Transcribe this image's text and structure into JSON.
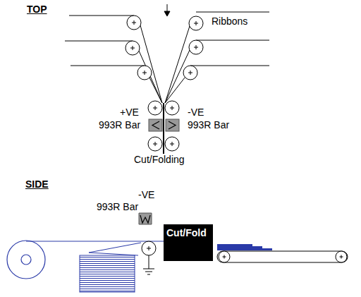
{
  "diagram": {
    "nodes": [
      {
        "text": [
          "Cut/Fold"
        ]
      }
    ],
    "labels": [
      "TOP",
      "Ribbons",
      "+VE",
      "993R Bar",
      "-VE",
      "993R Bar",
      "Cut/Folding",
      "SIDE",
      "-VE",
      "993R Bar"
    ]
  }
}
